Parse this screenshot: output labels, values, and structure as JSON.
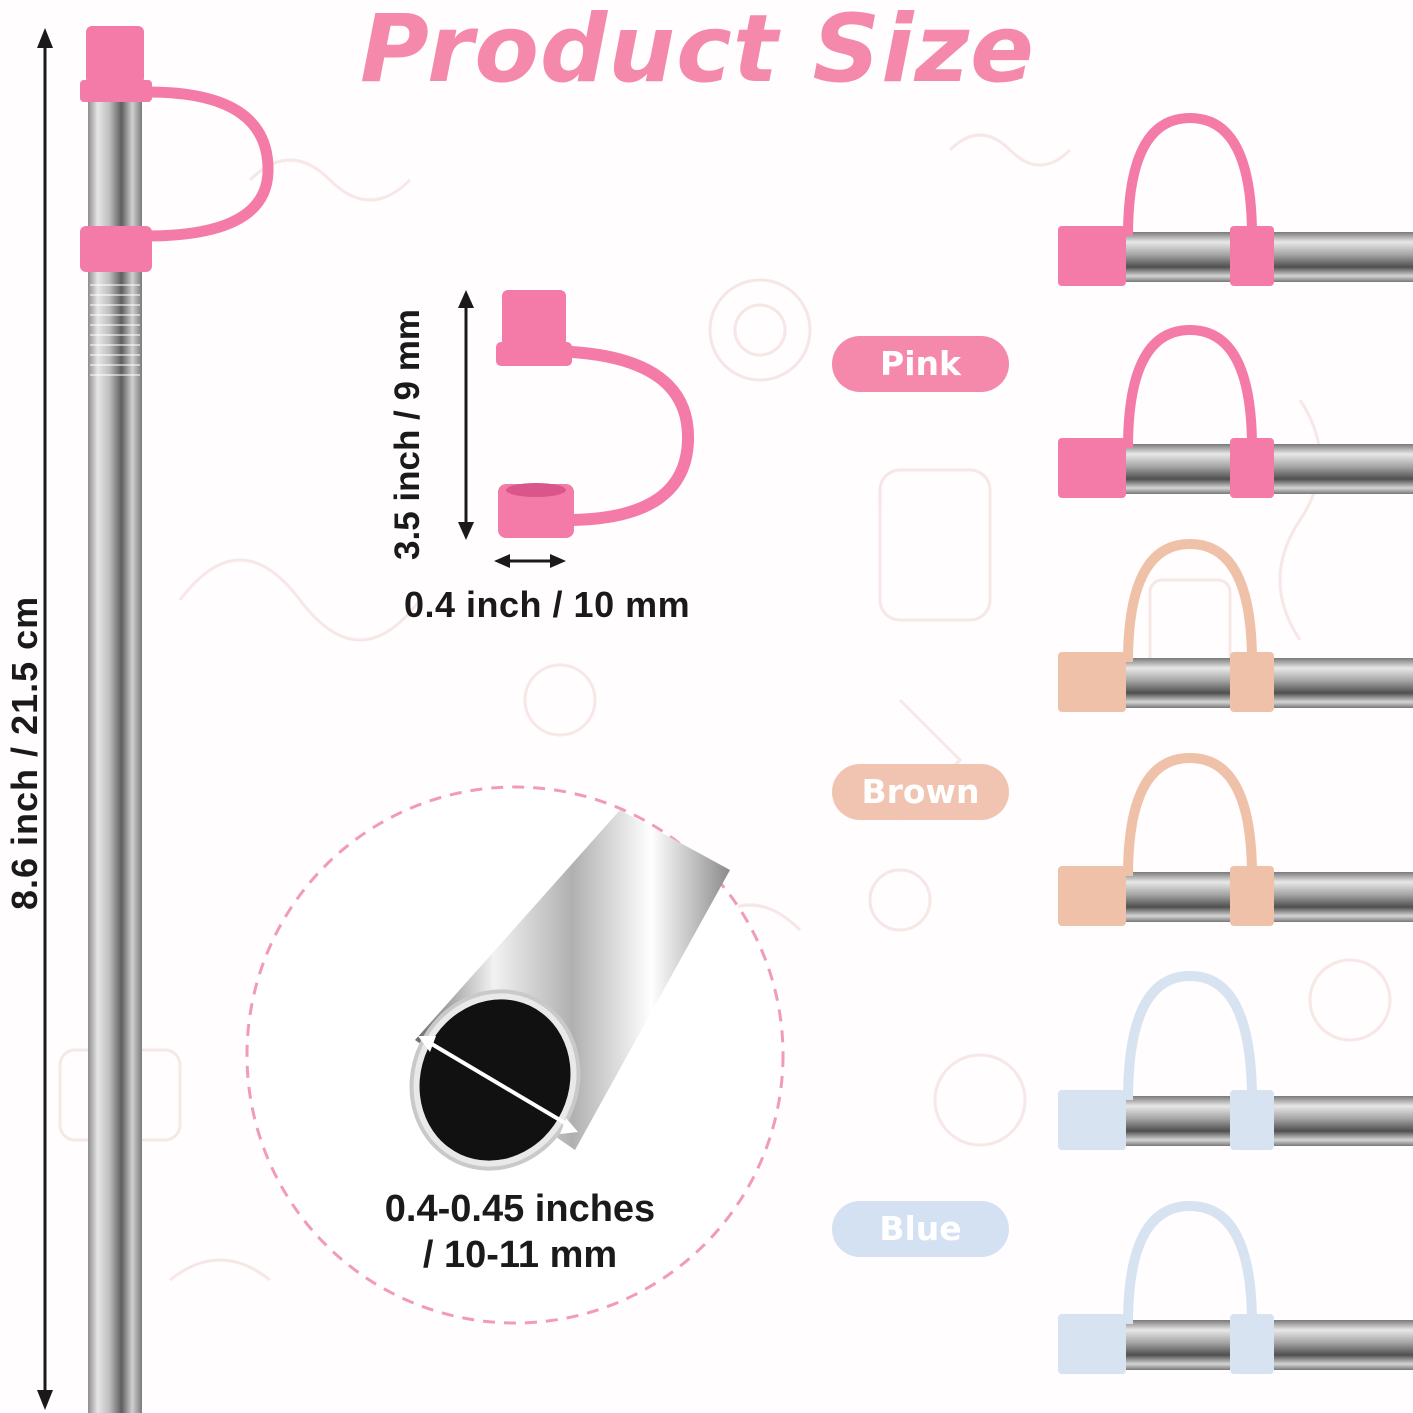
{
  "title": "Product Size",
  "dimensions": {
    "straw_length": "8.6 inch / 21.5 cm",
    "cap_height": "3.5 inch / 9 mm",
    "cap_width": "0.4 inch / 10 mm",
    "diameter_line1": "0.4-0.45 inches",
    "diameter_line2": "/ 10-11 mm"
  },
  "colors": {
    "title": "#f489ac",
    "pink_cap": "#f47ba7",
    "brown_cap": "#efc1a8",
    "blue_cap": "#d7e3f1"
  },
  "variants": [
    {
      "label": "Pink",
      "color": "#f489ac"
    },
    {
      "label": "Brown",
      "color": "#f0c4b0"
    },
    {
      "label": "Blue",
      "color": "#d3e1f2"
    }
  ]
}
